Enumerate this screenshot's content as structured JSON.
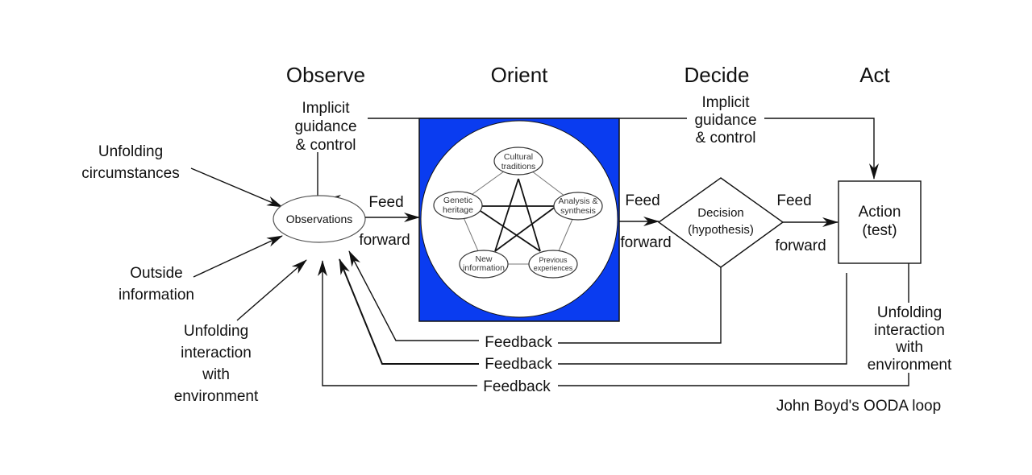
{
  "diagram": {
    "title": "John Boyd's OODA loop",
    "phases": [
      "Observe",
      "Orient",
      "Decide",
      "Act"
    ],
    "observe": {
      "inputs": {
        "unfolding_circumstances": [
          "Unfolding",
          "circumstances"
        ],
        "outside_information": [
          "Outside",
          "information"
        ],
        "unfolding_interaction": [
          "Unfolding",
          "interaction",
          "with",
          "environment"
        ]
      },
      "implicit_guidance": [
        "Implicit",
        "guidance",
        "& control"
      ],
      "node": "Observations"
    },
    "orient": {
      "nodes": [
        [
          "Cultural",
          "traditions"
        ],
        [
          "Analysis &",
          "synthesis"
        ],
        [
          "Previous",
          "experiences"
        ],
        [
          "New",
          "information"
        ],
        [
          "Genetic",
          "heritage"
        ]
      ],
      "colors": {
        "background": "#0a3cf0",
        "circle": "#ffffff"
      }
    },
    "decide": {
      "node": [
        "Decision",
        "(hypothesis)"
      ],
      "implicit_guidance": [
        "Implicit",
        "guidance",
        "& control"
      ]
    },
    "act": {
      "node": [
        "Action",
        "(test)"
      ],
      "unfolding_interaction": [
        "Unfolding",
        "interaction",
        "with",
        "environment"
      ]
    },
    "feed_forward": [
      "Feed",
      "forward"
    ],
    "feedback": [
      "Feedback",
      "Feedback",
      "Feedback"
    ]
  }
}
